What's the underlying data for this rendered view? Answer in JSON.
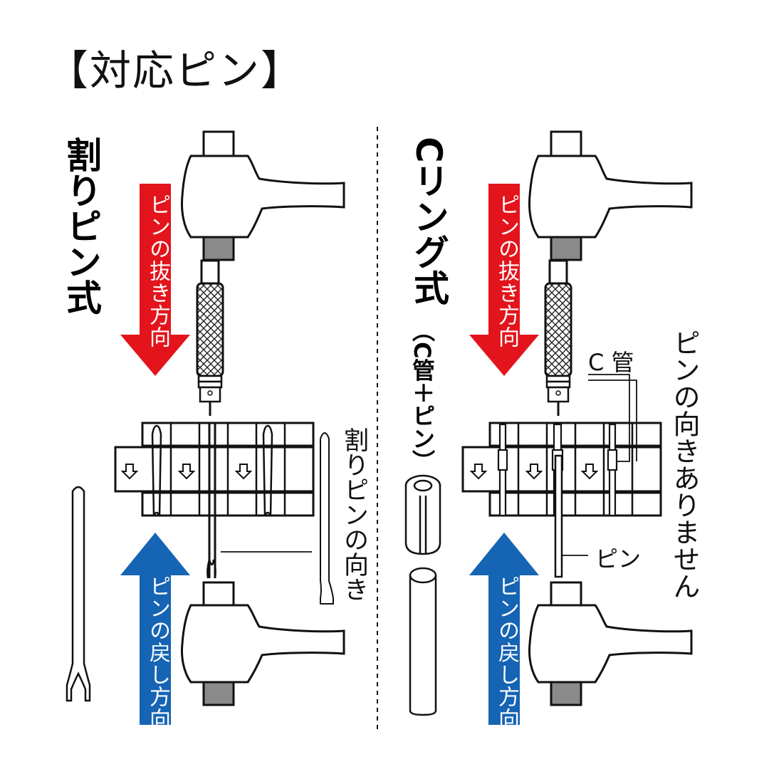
{
  "title": "【対応ピン】",
  "left": {
    "heading": "割りピン式",
    "pull_direction": "ピンの抜き方向",
    "return_direction": "ピンの戻し方向",
    "pin_orientation": "割りピンの向き"
  },
  "right": {
    "heading": "Cリング式",
    "subheading": "（C管＋ピン）",
    "pull_direction": "ピンの抜き方向",
    "return_direction": "ピンの戻し方向",
    "c_tube_label": "C 管",
    "pin_label": "ピン",
    "no_orientation": "ピンの向きありません"
  },
  "colors": {
    "red_arrow": "#e3141c",
    "blue_arrow": "#1664b4",
    "line": "#111111",
    "hammer_fill": "#ffffff",
    "band": "#8a8a8a"
  },
  "icons": {
    "hammer": "hammer-icon",
    "down_arrow": "down-arrow-icon",
    "split_pin": "split-pin-icon",
    "c_tube": "c-tube-icon",
    "pin": "pin-icon"
  }
}
